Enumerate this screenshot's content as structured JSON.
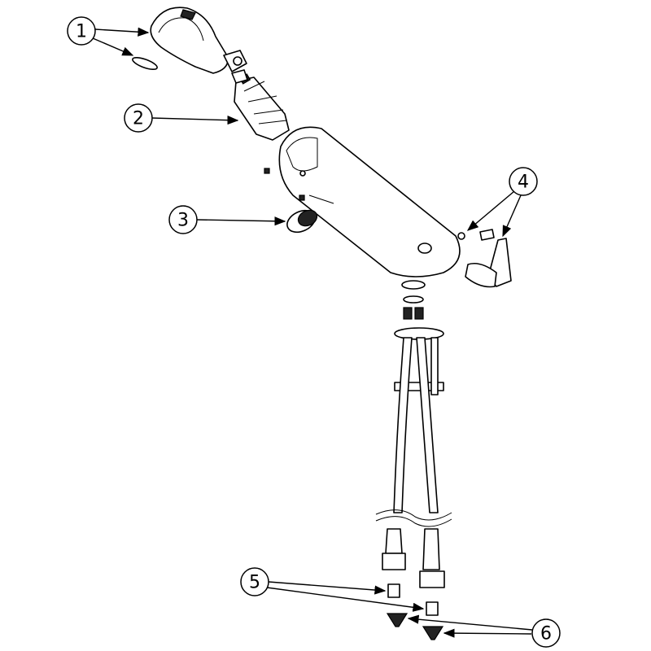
{
  "diagram": {
    "type": "exploded-parts-view",
    "callouts": [
      {
        "number": "1",
        "label": "1"
      },
      {
        "number": "2",
        "label": "2"
      },
      {
        "number": "3",
        "label": "3"
      },
      {
        "number": "4",
        "label": "4"
      },
      {
        "number": "5",
        "label": "5"
      },
      {
        "number": "6",
        "label": "6"
      }
    ],
    "colors": {
      "line": "#000000",
      "background": "#ffffff"
    }
  }
}
